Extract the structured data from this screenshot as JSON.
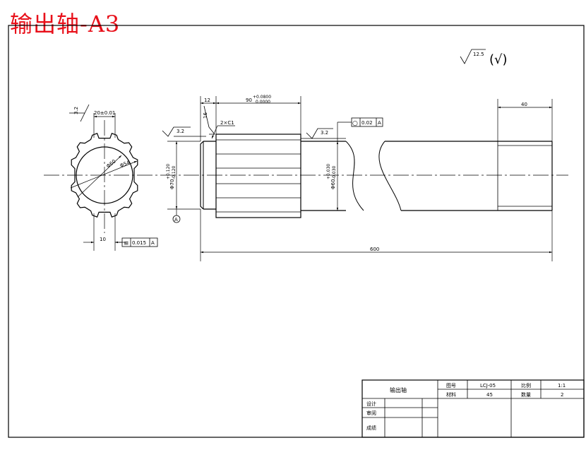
{
  "sheet": {
    "title": "输出轴-A3",
    "roughness_note_value": "12.5",
    "roughness_note_suffix": "(√)"
  },
  "colors": {
    "title": "#e8101a",
    "line": "#000000",
    "background": "#ffffff"
  },
  "section_view": {
    "roughness": "3.2",
    "keyway_dim": "20±0.01",
    "dia_label_1": "Φ60",
    "dia_label_2": "Φ54",
    "bottom_dim": "10",
    "tolerance_symbol": "≡",
    "tolerance_value": "0.015",
    "datum": "A"
  },
  "shaft_view": {
    "roughness_left": "3.2",
    "roughness_chamfer": "16",
    "chamfer": "2×C1",
    "roughness_right": "3.2",
    "dim_12": "12",
    "spline_len_base": "90",
    "spline_len_upper": "+0.0800",
    "spline_len_lower": "0.0000",
    "dia_left_base": "Φ70",
    "dia_left_upper": "+0.120",
    "dia_left_lower": "-0.120",
    "dia_right_base": "Φ60",
    "dia_right_upper": "+0.030",
    "dia_right_lower": "-0.030",
    "circ_tol_symbol": "○",
    "circ_tol_value": "0.02",
    "circ_tol_datum": "A",
    "datum": "A",
    "dim_40": "40",
    "dim_total": "600"
  },
  "title_block": {
    "part_name": "输出轴",
    "drawing_no_label": "图号",
    "drawing_no": "LCJ-05",
    "scale_label": "比例",
    "scale": "1:1",
    "material_label": "材料",
    "material": "45",
    "quantity_label": "数量",
    "quantity": "2",
    "design_label": "设计",
    "review_label": "审阅",
    "grade_label": "成绩"
  }
}
